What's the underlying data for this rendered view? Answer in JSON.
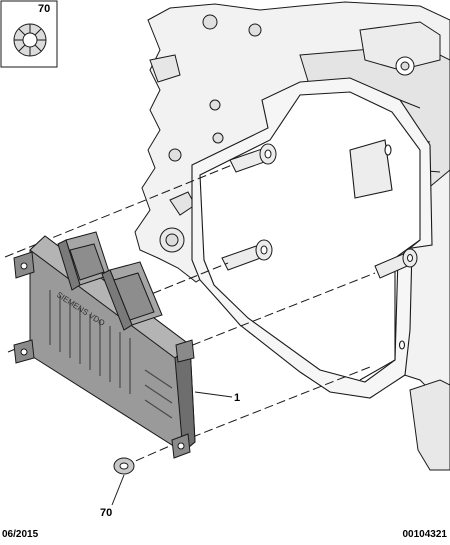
{
  "callouts": {
    "inset_ref": "70",
    "ecu_ref": "1",
    "washer_ref": "70"
  },
  "ecu_brand": "SIEMENS VDO",
  "footer": {
    "date": "06/2015",
    "doc_number": "00104321"
  },
  "colors": {
    "line": "#1a1a1a",
    "housing_fill": "#f2f2f2",
    "housing_shade": "#dcdcdc",
    "ecu_fill": "#9a9a9a",
    "ecu_dark": "#6e6e6e",
    "washer_fill": "#c8c8c8"
  }
}
